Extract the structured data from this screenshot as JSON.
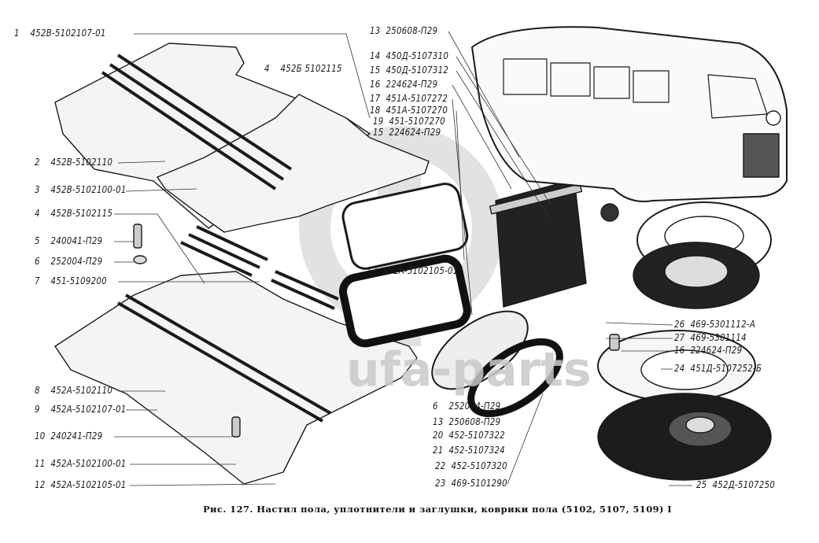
{
  "labels": [
    {
      "num": "1",
      "code": "452В-5102107-01"
    },
    {
      "num": "4",
      "code": "452Б 5102115"
    },
    {
      "num": "2",
      "code": "452В-5102110"
    },
    {
      "num": "3",
      "code": "452В-5102100-01"
    },
    {
      "num": "4",
      "code": "452В-5102115"
    },
    {
      "num": "5",
      "code": "240041-П29"
    },
    {
      "num": "6",
      "code": "252004-П29"
    },
    {
      "num": "7",
      "code": "451-5109200"
    },
    {
      "num": "8",
      "code": "452А-5102110"
    },
    {
      "num": "9",
      "code": "452А-5102107-01"
    },
    {
      "num": "10",
      "code": "240241-П29"
    },
    {
      "num": "11",
      "code": "452А-5102100-01"
    },
    {
      "num": "12",
      "code": "452А-5102105-01"
    },
    {
      "num": "13",
      "code": "250608-П29"
    },
    {
      "num": "14",
      "code": "450Д-5107310"
    },
    {
      "num": "15",
      "code": "450Д-5107312"
    },
    {
      "num": "16",
      "code": "224624-П29"
    },
    {
      "num": "17",
      "code": "451А-5107272"
    },
    {
      "num": "18",
      "code": "451А-5107270"
    },
    {
      "num": "19",
      "code": "451-5107270"
    },
    {
      "num": "15",
      "code": "224624-П29"
    },
    {
      "num": "12",
      "code": "452А-5102105-01"
    },
    {
      "num": "6",
      "code": "252004-П29"
    },
    {
      "num": "13",
      "code": "250608-П29"
    },
    {
      "num": "20",
      "code": "452-5107322"
    },
    {
      "num": "21",
      "code": "452-5107324"
    },
    {
      "num": "22",
      "code": "452-5107320"
    },
    {
      "num": "23",
      "code": "469-5101290"
    },
    {
      "num": "26",
      "code": "469-5301112-А"
    },
    {
      "num": "27",
      "code": "469-5301114"
    },
    {
      "num": "16",
      "code": "224624-П29"
    },
    {
      "num": "24",
      "code": "451Д-5107252-Б"
    },
    {
      "num": "25",
      "code": "452Д-5107250"
    }
  ],
  "caption": "Рис. 127. Настил пола, уплотнители и заглушки, коврики пола (5102, 5107, 5109) I",
  "watermark": "ufa-parts",
  "colors": {
    "ink": "#1a1a1a",
    "panel": "#f2f2f2",
    "watermark": "#d9d9d9"
  }
}
